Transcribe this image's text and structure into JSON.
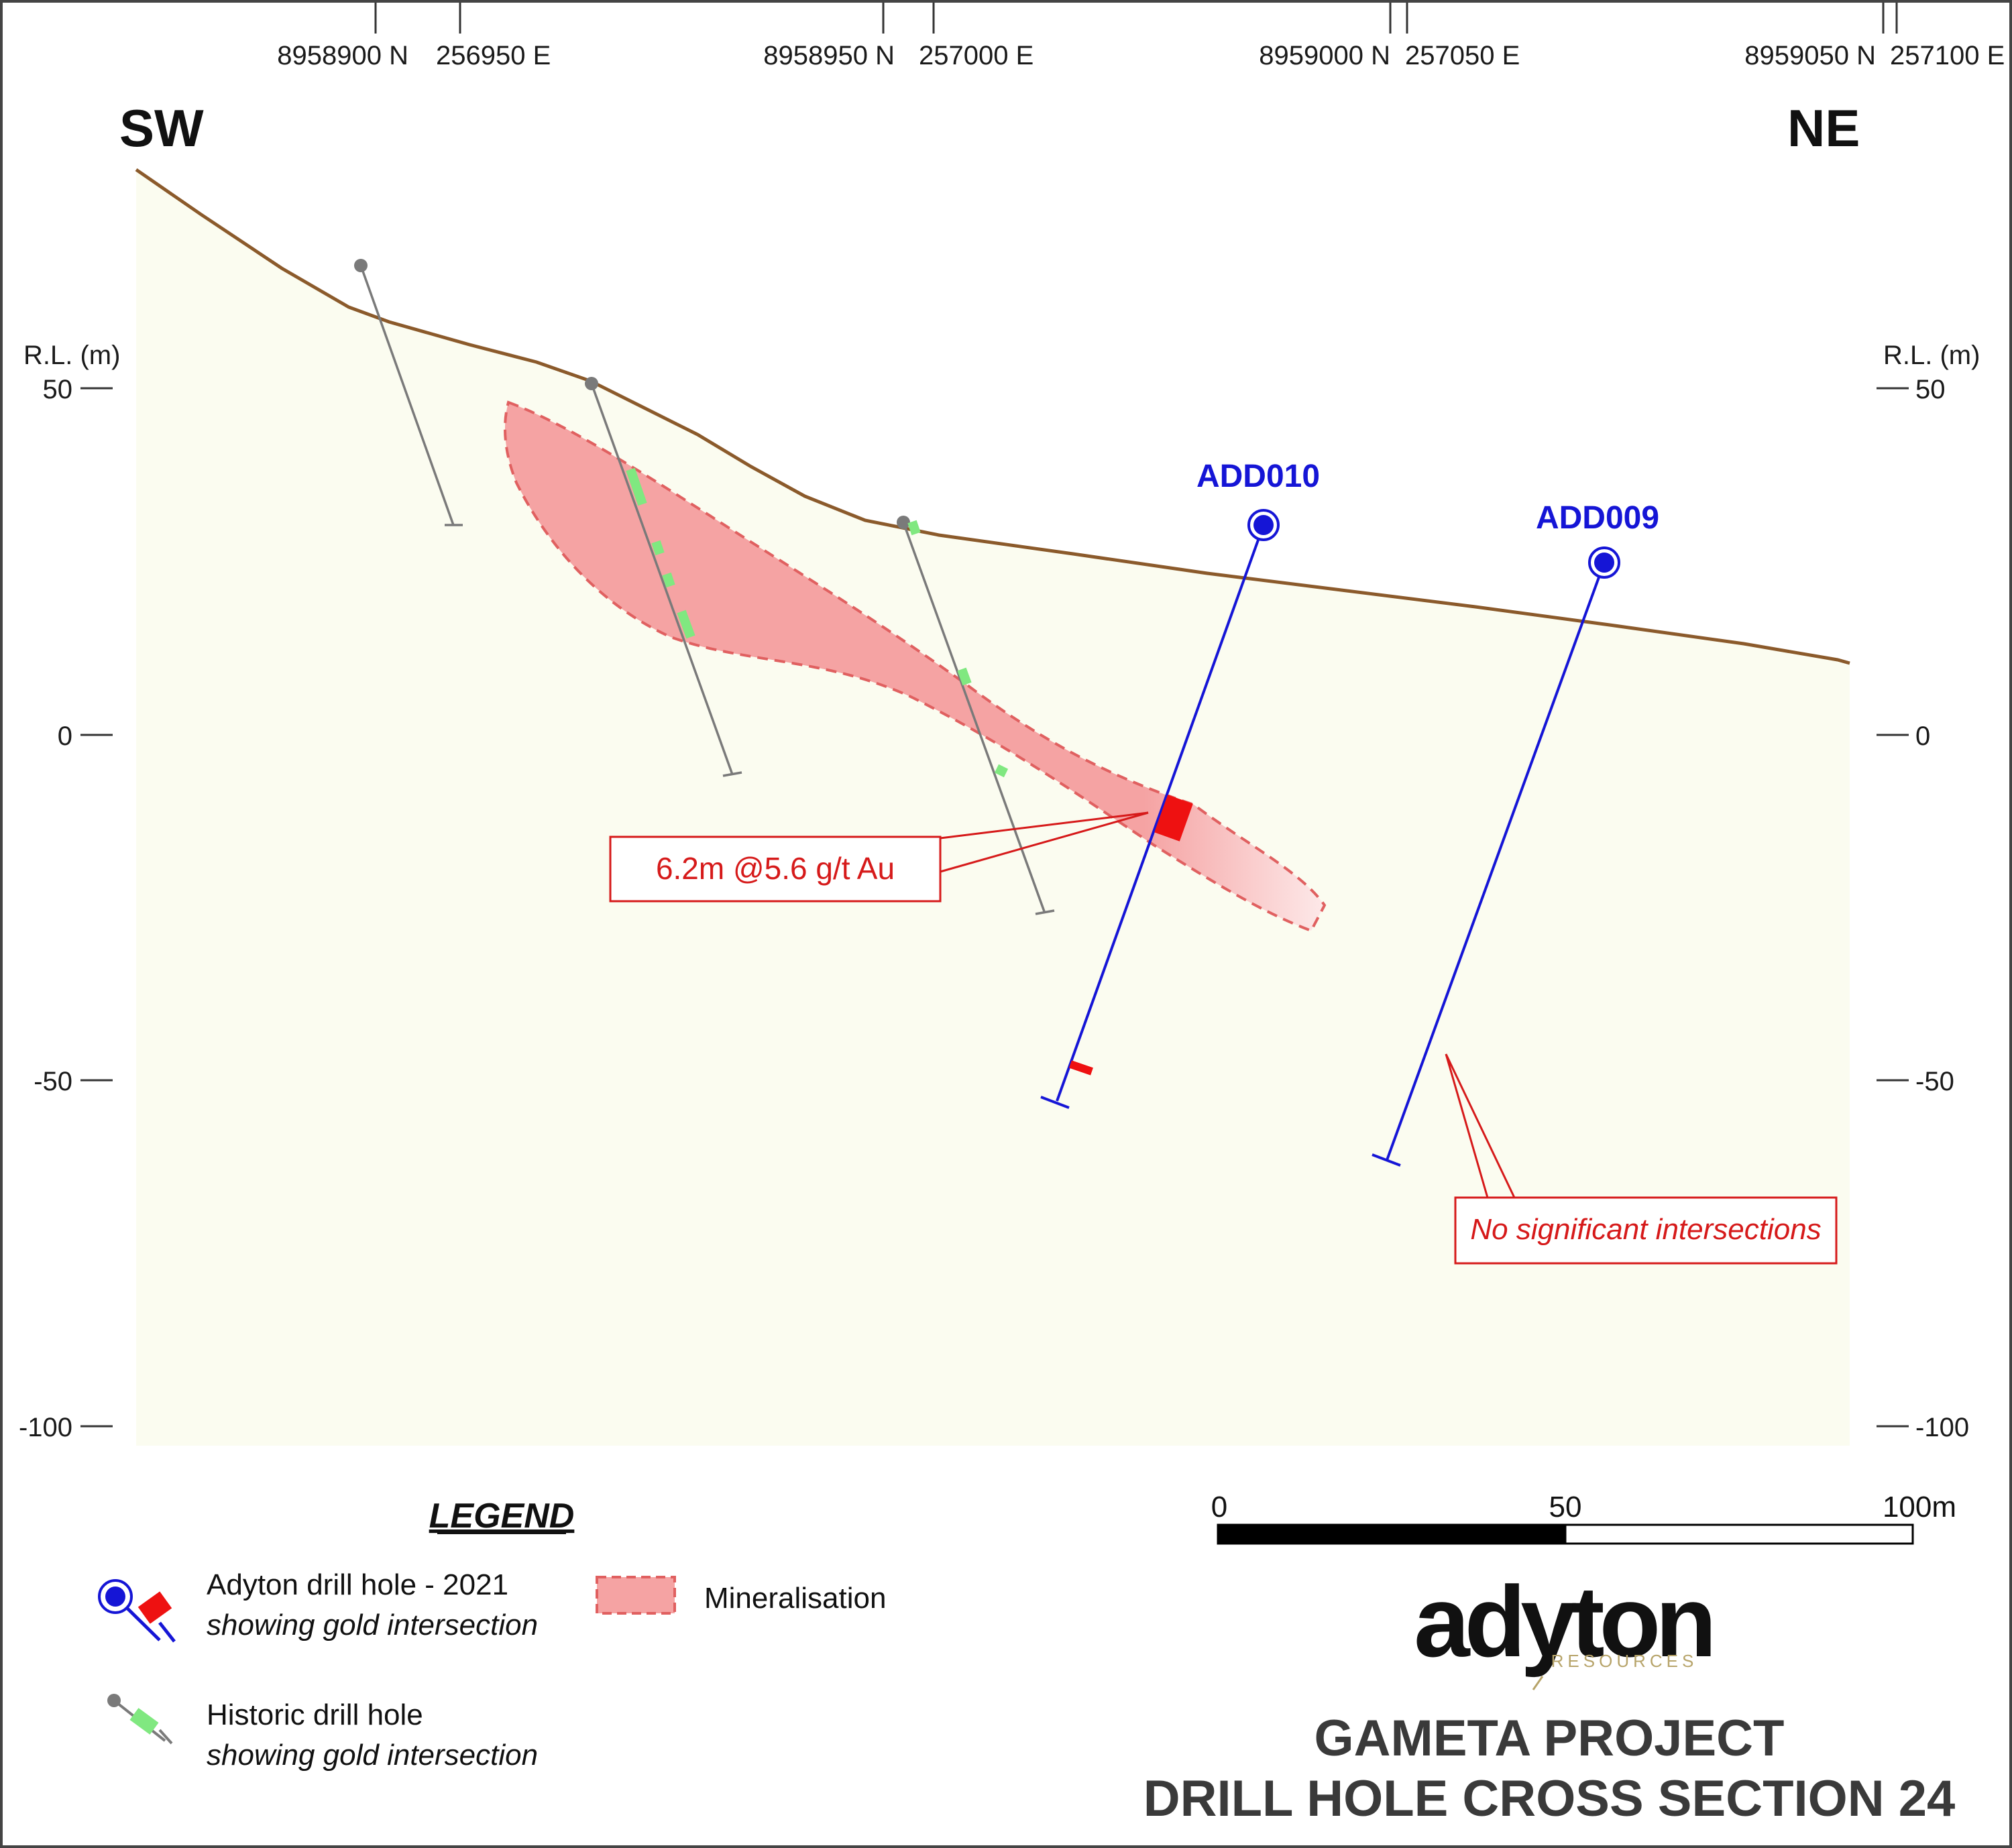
{
  "header": {
    "direction_left": "SW",
    "direction_right": "NE",
    "coords": [
      {
        "label": "8958900 N"
      },
      {
        "label": "256950 E"
      },
      {
        "label": "8958950 N"
      },
      {
        "label": "257000 E"
      },
      {
        "label": "8959000 N"
      },
      {
        "label": "257050 E"
      },
      {
        "label": "8959050 N"
      },
      {
        "label": "257100 E"
      }
    ]
  },
  "axes": {
    "left_title": "R.L. (m)",
    "right_title": "R.L. (m)",
    "ticks": [
      {
        "label": "50",
        "value": 50
      },
      {
        "label": "0",
        "value": 0
      },
      {
        "label": "-50",
        "value": -50
      },
      {
        "label": "-100",
        "value": -100
      }
    ]
  },
  "holes": {
    "add010": {
      "label": "ADD010"
    },
    "add009": {
      "label": "ADD009"
    }
  },
  "callouts": {
    "intersection": "6.2m @5.6 g/t Au",
    "no_significant": "No significant intersections"
  },
  "legend": {
    "title": "LEGEND",
    "adyton_line1": "Adyton drill hole - 2021",
    "adyton_line2": "showing gold intersection",
    "historic_line1": "Historic drill hole",
    "historic_line2": "showing gold intersection",
    "mineralisation": "Mineralisation"
  },
  "scale_bar": {
    "label_start": "0",
    "label_mid": "50",
    "label_end": "100m"
  },
  "logo": {
    "name": "adyton",
    "subtitle": "RESOURCES"
  },
  "title": {
    "line1": "GAMETA PROJECT",
    "line2": "DRILL HOLE CROSS SECTION 24"
  },
  "colors": {
    "ground_fill": "#fbfcf0",
    "surface_line": "#8b5a2b",
    "mineralisation_fill": "#f5a3a3",
    "mineralisation_edge": "#e06060",
    "adyton_hole": "#1515d6",
    "historic_hole": "#7a7a7a",
    "gold_intersection": "#ee1111",
    "historic_intersection": "#80e880",
    "callout": "#d61a1a"
  }
}
